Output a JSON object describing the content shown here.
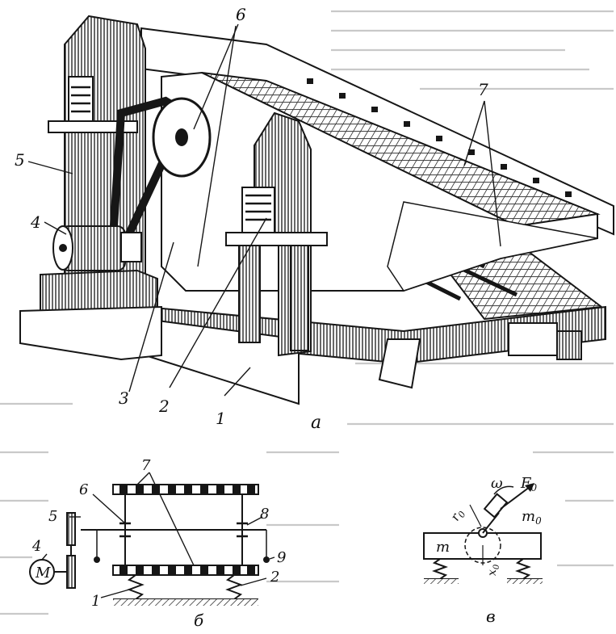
{
  "colors": {
    "ink": "#161616",
    "paper": "#ffffff",
    "bleed": "#b9b9b9",
    "mesh": "#3a3a3a",
    "shade": "#6d6d6d"
  },
  "figure_a": {
    "panel_label": "а",
    "callouts": [
      "1",
      "2",
      "3",
      "4",
      "5",
      "6",
      "7"
    ]
  },
  "figure_b": {
    "panel_label": "б",
    "motor_label": "M",
    "callouts": [
      "1",
      "2",
      "4",
      "5",
      "6",
      "7",
      "8",
      "9"
    ]
  },
  "figure_c": {
    "panel_label": "в",
    "omega": "ω",
    "force": "F",
    "force_sub": "0",
    "mass_label": "m",
    "unbalanced_mass": "m",
    "unbalanced_sub": "0",
    "radius": "r",
    "radius_sub": "0",
    "displacement": "x",
    "displacement_sub": "0"
  }
}
